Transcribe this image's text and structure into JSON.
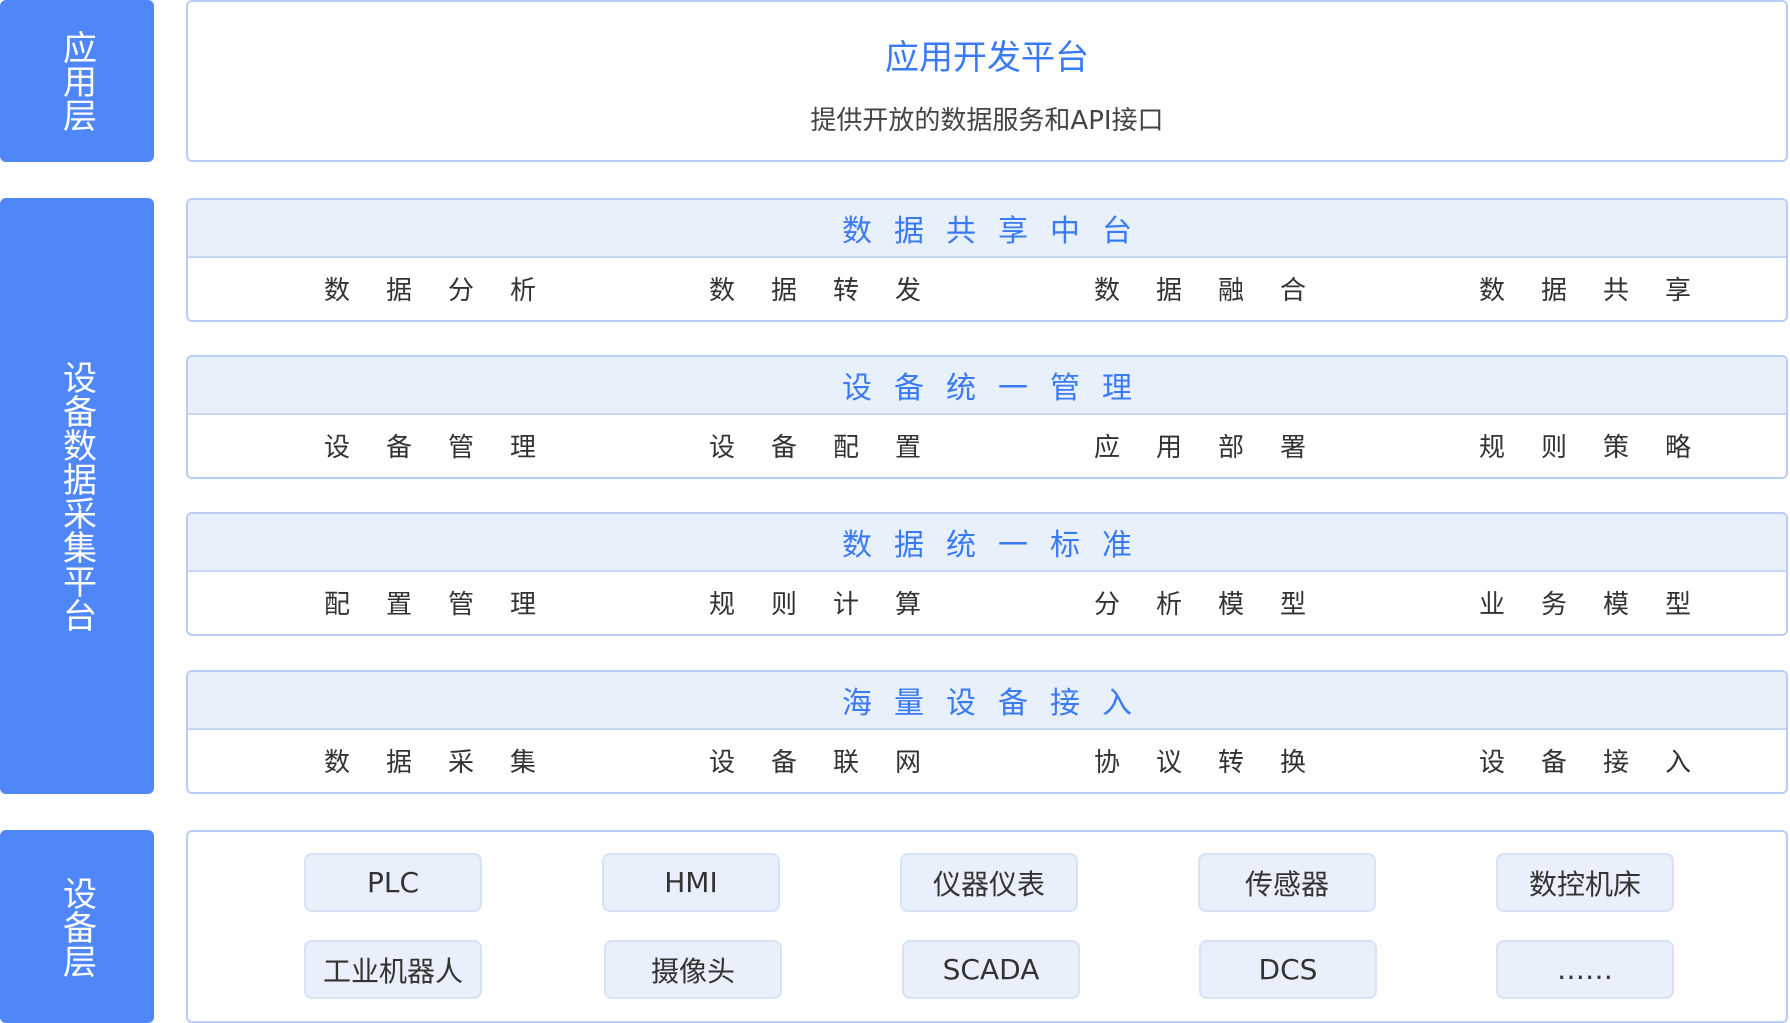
{
  "layers": {
    "app": "应用层",
    "platform": "设备数据采集平台",
    "device": "设备层"
  },
  "app_platform": {
    "title": "应用开发平台",
    "subtitle": "提供开放的数据服务和API接口"
  },
  "modules": [
    {
      "title": "数据共享中台",
      "items": [
        "数据分析",
        "数据转发",
        "数据融合",
        "数据共享"
      ]
    },
    {
      "title": "设备统一管理",
      "items": [
        "设备管理",
        "设备配置",
        "应用部署",
        "规则策略"
      ]
    },
    {
      "title": "数据统一标准",
      "items": [
        "配置管理",
        "规则计算",
        "分析模型",
        "业务模型"
      ]
    },
    {
      "title": "海量设备接入",
      "items": [
        "数据采集",
        "设备联网",
        "协议转换",
        "设备接入"
      ]
    }
  ],
  "devices": {
    "row1": [
      "PLC",
      "HMI",
      "仪器仪表",
      "传感器",
      "数控机床"
    ],
    "row2": [
      "工业机器人",
      "摄像头",
      "SCADA",
      "DCS",
      "……"
    ]
  },
  "colors": {
    "accent": "#4f87f8",
    "title_text": "#3b7af5",
    "module_header_bg": "#e8f0fc",
    "chip_bg": "#e9f0fb",
    "border": "#b9cdf6"
  }
}
